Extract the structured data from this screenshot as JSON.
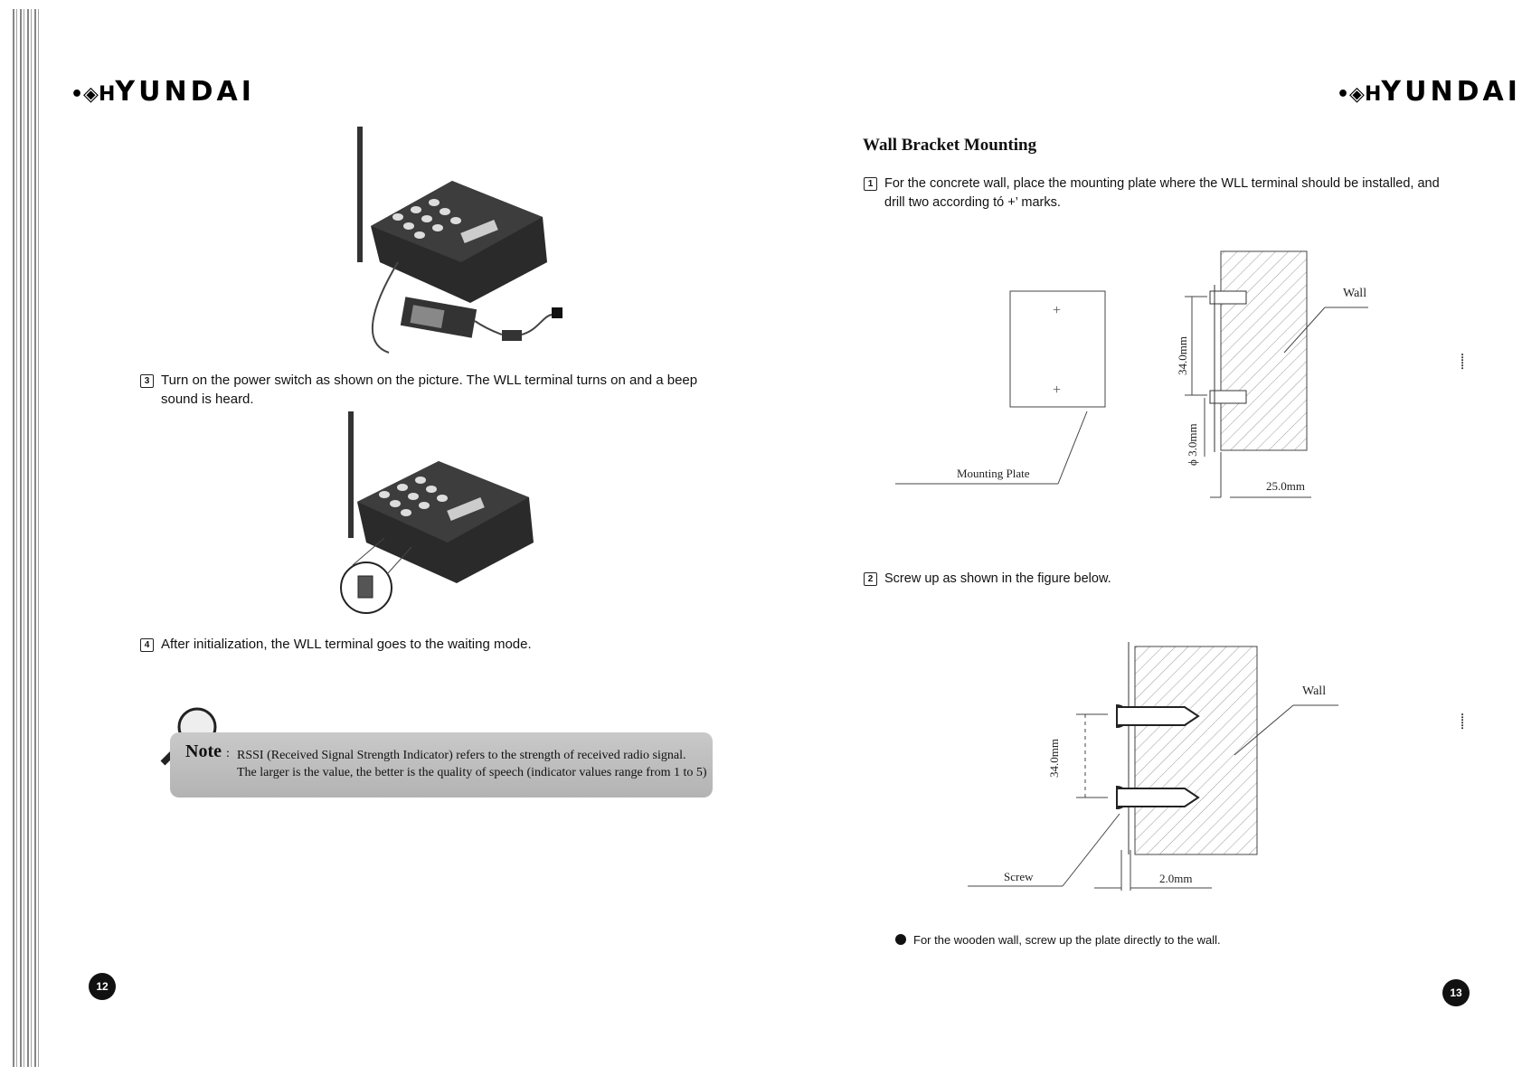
{
  "brand": {
    "logo_text": "YUNDAI",
    "logo_prefix": "•◈H"
  },
  "left_page": {
    "step3": {
      "number": "3",
      "line1": "Turn on the power switch as shown on the picture. The WLL terminal turns on and a beep",
      "line2": "sound is heard."
    },
    "step4": {
      "number": "4",
      "text": "After initialization, the WLL terminal goes  to the waiting mode."
    },
    "note": {
      "label": "Note",
      "separator": ":",
      "line1": "RSSI (Received Signal Strength Indicator) refers to the strength of received radio signal.",
      "line2": "The larger is the value, the better is the quality of speech  (indicator values range from 1 to 5)"
    },
    "page_number": "12"
  },
  "right_page": {
    "title": "Wall Bracket Mounting",
    "step1": {
      "number": "1",
      "line1": "For the concrete wall, place the mounting plate where the WLL terminal should be installed, and",
      "line2": "drill two according tó  +’ marks."
    },
    "figure1": {
      "wall_label": "Wall",
      "plate_label": "Mounting Plate",
      "dim_spacing": "34.0mm",
      "dim_hole": "ϕ 3.0mm",
      "dim_depth": "25.0mm"
    },
    "step2": {
      "number": "2",
      "text": "Screw up as shown in the figure below."
    },
    "figure2": {
      "wall_label": "Wall",
      "screw_label": "Screw",
      "dim_spacing": "34.0mm",
      "dim_gap": "2.0mm"
    },
    "bullet": "For the wooden wall, screw up the plate directly to the wall.",
    "page_number": "13"
  }
}
